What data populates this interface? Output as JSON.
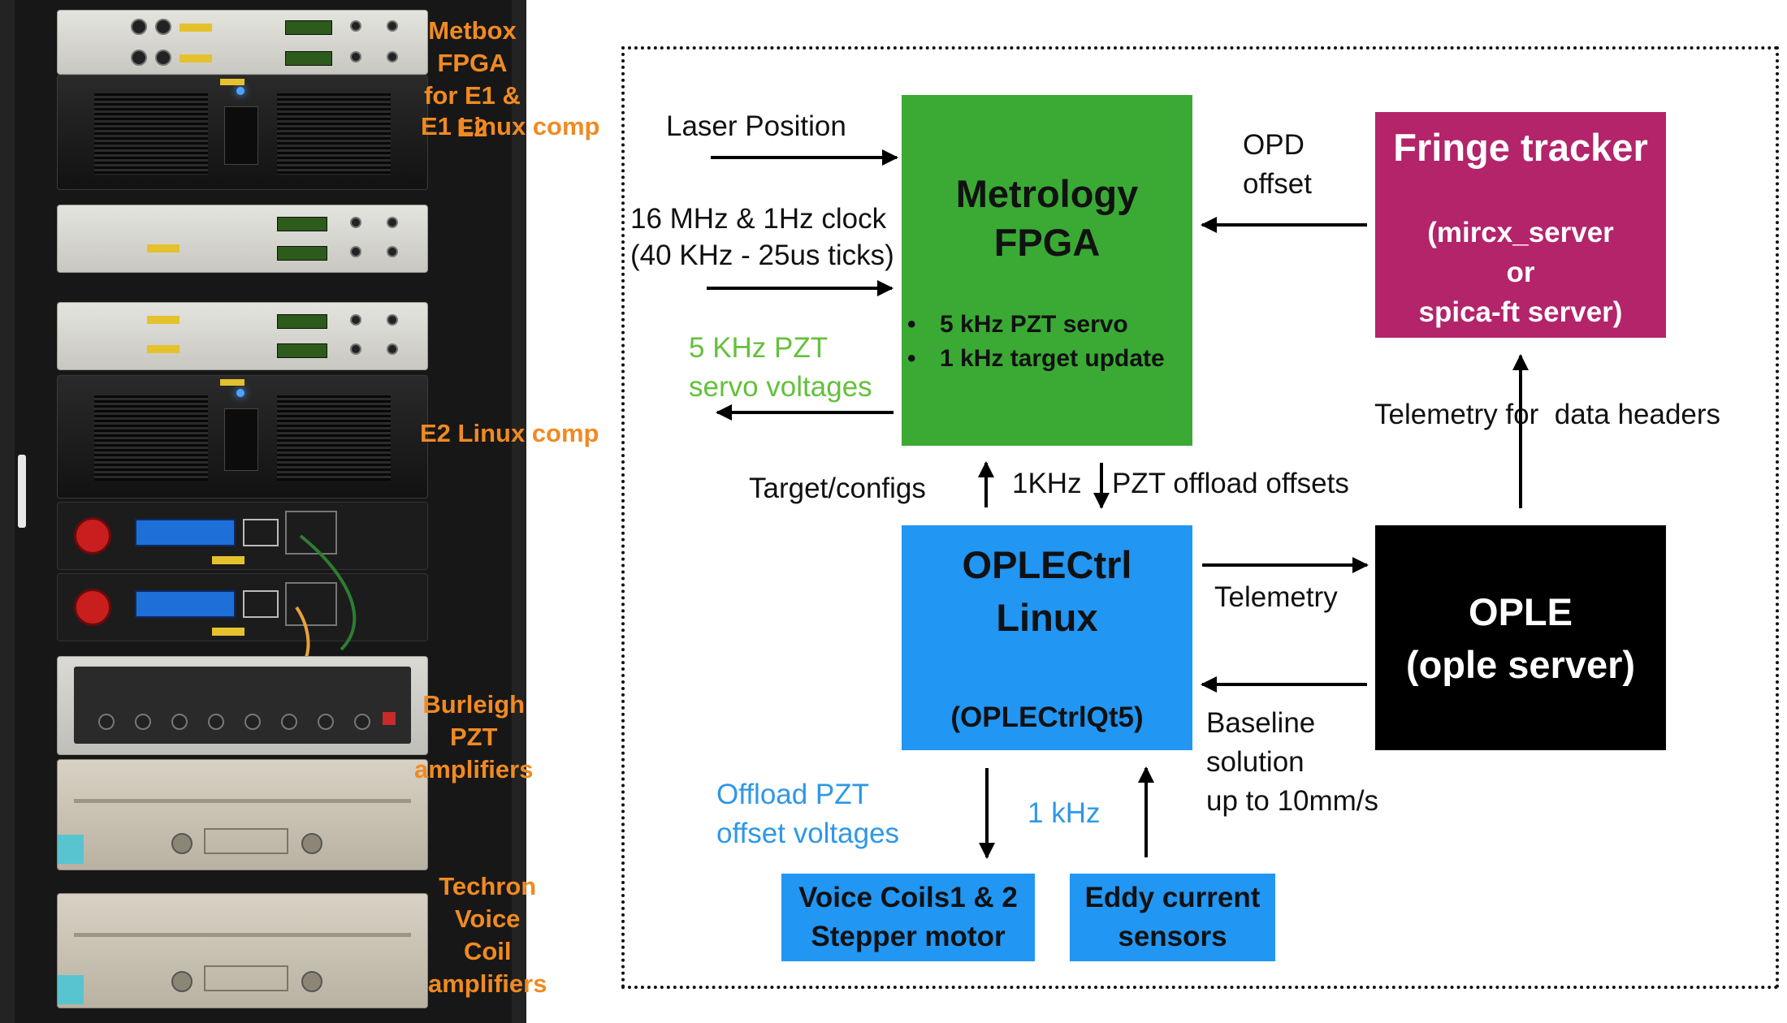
{
  "rack_labels": {
    "metbox": "Metbox FPGA\nfor E1 & E2",
    "e1": "E1 Linux comp",
    "e2": "E2 Linux comp",
    "burleigh": "Burleigh PZT\namplifiers",
    "techron": "Techron\nVoice Coil\namplifiers"
  },
  "blocks": {
    "metrology": {
      "title": "Metrology\nFPGA",
      "bullets": [
        "5 kHz PZT servo",
        "1 kHz target update"
      ]
    },
    "fringe": {
      "title": "Fringe tracker",
      "subtitle": "(mircx_server\nor\nspica-ft server)"
    },
    "oplectrl": {
      "title": "OPLECtrl\nLinux",
      "subtitle": "(OPLECtrlQt5)"
    },
    "ople": {
      "title": "OPLE\n(ople server)"
    },
    "voice_coils": {
      "title": "Voice Coils1 & 2\nStepper motor"
    },
    "eddy": {
      "title": "Eddy current\nsensors"
    }
  },
  "labels": {
    "laser_position": "Laser Position",
    "clock": "16 MHz & 1Hz clock\n(40 KHz - 25us ticks)",
    "servo_voltages": "5 KHz PZT\nservo voltages",
    "opd_offset": "OPD\noffset",
    "telemetry_headers": "Telemetry for  data headers",
    "target_configs": "Target/configs",
    "one_khz": "1KHz",
    "pzt_offload": "PZT offload offsets",
    "telemetry": "Telemetry",
    "baseline": "Baseline\nsolution\nup to 10mm/s",
    "offload_voltages": "Offload PZT\noffset voltages",
    "one_khz_lower": "1 kHz"
  },
  "colors": {
    "metrology": "#3aaa35",
    "fringe": "#b3246a",
    "oplectrl": "#2196f3",
    "ople": "#000000",
    "voice_coils": "#2196f3",
    "eddy": "#2196f3",
    "rack_label": "#f08a22",
    "green_label": "#64c03c",
    "blue_label": "#2e98e6"
  }
}
